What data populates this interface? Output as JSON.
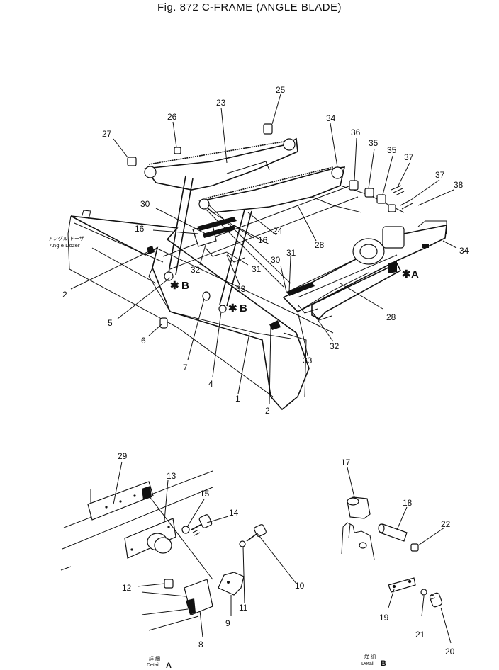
{
  "figure": {
    "title": "Fig. 872 C-FRAME (ANGLE BLADE)"
  },
  "callouts": {
    "p1": "1",
    "p2a": "2",
    "p2b": "2",
    "p4": "4",
    "p5": "5",
    "p6": "6",
    "p7": "7",
    "p8": "8",
    "p9": "9",
    "p10": "10",
    "p11": "11",
    "p12": "12",
    "p13": "13",
    "p14": "14",
    "p15": "15",
    "p16a": "16",
    "p16b": "16",
    "p17": "17",
    "p18": "18",
    "p19": "19",
    "p20": "20",
    "p21": "21",
    "p22": "22",
    "p23": "23",
    "p24": "24",
    "p25": "25",
    "p26": "26",
    "p27": "27",
    "p28a": "28",
    "p28b": "28",
    "p29": "29",
    "p30a": "30",
    "p30b": "30",
    "p31a": "31",
    "p31b": "31",
    "p32a": "32",
    "p32b": "32",
    "p33a": "33",
    "p33b": "33",
    "p34a": "34",
    "p34b": "34",
    "p35a": "35",
    "p35b": "35",
    "p36": "36",
    "p37a": "37",
    "p37b": "37",
    "p38": "38"
  },
  "annotations": {
    "angle_dozer_jp": "アングル ドーザ",
    "angle_dozer_en": "Angle Dozer",
    "ref_a": "A",
    "ref_b1": "B",
    "ref_b2": "B",
    "detail_a_jp": "詳 細",
    "detail_a_en": "Detail",
    "detail_a_letter": "A",
    "detail_b_jp": "詳 細",
    "detail_b_en": "Detail",
    "detail_b_letter": "B"
  }
}
